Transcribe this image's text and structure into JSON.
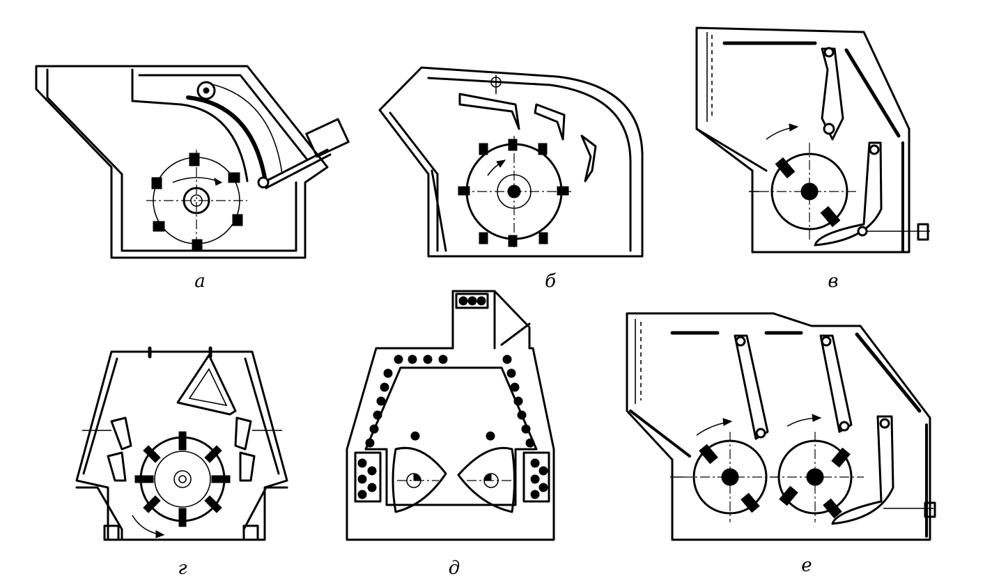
{
  "figure": {
    "panels": [
      {
        "id": "a",
        "caption": "а"
      },
      {
        "id": "b",
        "caption": "б"
      },
      {
        "id": "v",
        "caption": "в"
      },
      {
        "id": "g",
        "caption": "г"
      },
      {
        "id": "d",
        "caption": "д"
      },
      {
        "id": "e",
        "caption": "е"
      }
    ]
  },
  "colors": {
    "ink": "#000000",
    "paper": "#ffffff"
  }
}
